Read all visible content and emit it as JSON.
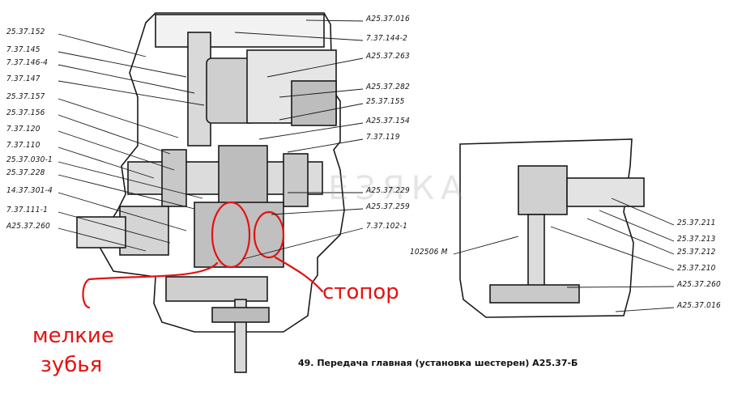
{
  "caption": "49. Передача главная (установка шестерен) А25.37-Б",
  "watermark": "ЕЗЯКА",
  "annotations": {
    "small_teeth_line1": "мелкие",
    "small_teeth_line2": "зубья",
    "stopper": "стопор"
  },
  "colors": {
    "annotation": "#e41212",
    "ink": "#1a1a1a"
  },
  "labels_left": [
    "25.37.152",
    "7.37.145",
    "7.37.146-4",
    "7.37.147",
    "25.37.157",
    "25.37.156",
    "7.37.120",
    "7.37.110",
    "25.37.030-1",
    "25.37.228",
    "14.37.301-4",
    "7.37.111-1",
    "А25.37.260"
  ],
  "labels_right": [
    "А25.37.016",
    "7.37.144-2",
    "А25.37.263",
    "А25.37.282",
    "25.37.155",
    "А25.37.154",
    "7.37.119",
    "А25.37.229",
    "А25.37.259",
    "7.37.102-1"
  ],
  "labels_detail_left": [
    "102506 М"
  ],
  "labels_detail_right": [
    "25.37.211",
    "25.37.213",
    "25.37.212",
    "25.37.210",
    "А25.37.260",
    "А25.37.016"
  ]
}
